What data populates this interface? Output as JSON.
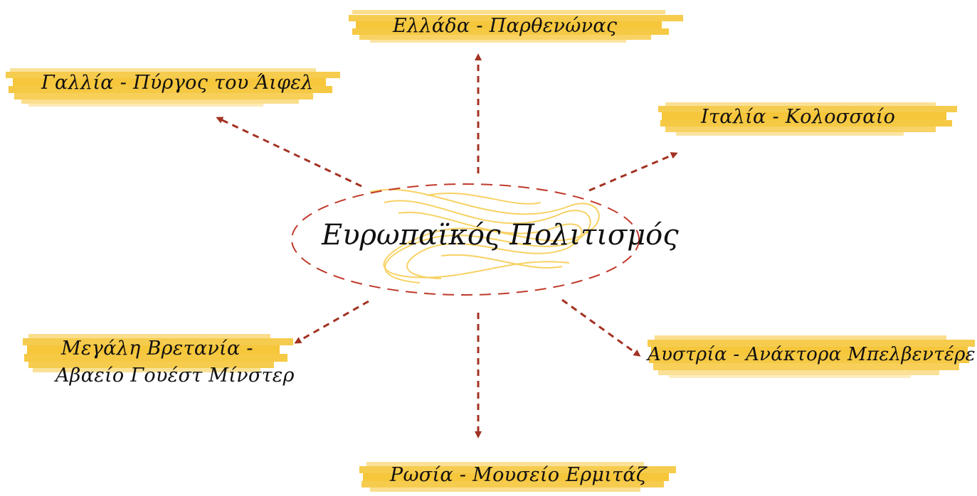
{
  "diagram": {
    "center": {
      "label": "Ευρωπαϊκός Πολιτισμός"
    },
    "nodes": {
      "greece": {
        "label": "Ελλάδα - Παρθενώνας"
      },
      "france": {
        "label": "Γαλλία - Πύργος του Άιφελ"
      },
      "italy": {
        "label": "Ιταλία - Κολοσσαίο"
      },
      "britain": {
        "line1": "Μεγάλη Βρετανία -",
        "line2": "Αβαείο Γουέστ Μίνστερ"
      },
      "austria": {
        "label": "Αυστρία - Ανάκτορα Μπελβεντέρε"
      },
      "russia": {
        "label": "Ρωσία - Μουσείο Ερμιτάζ"
      }
    },
    "colors": {
      "arrow": "#a33222",
      "highlight": "#f5c330",
      "ellipse_stroke": "#c0392b",
      "text": "#111111"
    }
  }
}
